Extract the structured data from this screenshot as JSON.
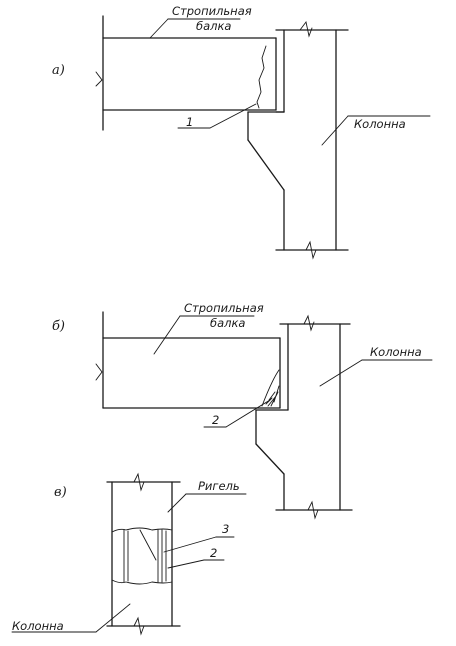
{
  "panels": {
    "a": {
      "label": "а)",
      "beam_label_line1": "Стропильная",
      "beam_label_line2": "балка",
      "column_label": "Колонна",
      "marker": "1"
    },
    "b": {
      "label": "б)",
      "beam_label_line1": "Стропильная",
      "beam_label_line2": "балка",
      "column_label": "Колонна",
      "marker": "2"
    },
    "c": {
      "label": "в)",
      "girder_label": "Ригель",
      "column_label": "Колонна",
      "marker_top": "3",
      "marker_bottom": "2"
    }
  }
}
